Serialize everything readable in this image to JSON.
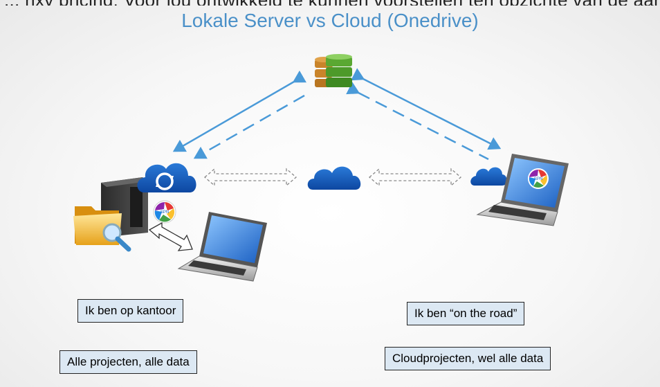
{
  "slide": {
    "top_cut_text": "... nxy pricing: Voor jou ontwikkeld te kunnen voorstellen ten opzichte van de aanpak",
    "title": "Lokale Server vs Cloud (Onedrive)"
  },
  "labels": {
    "office_status": "Ik ben op kantoor",
    "office_scope": "Alle projecten, alle data",
    "road_status": "Ik ben “on the road”",
    "road_scope": "Cloudprojecten, wel alle data"
  },
  "icons": [
    "database-icon",
    "onedrive-sync-icon",
    "server-tower-icon",
    "folder-search-icon",
    "spn-logo-icon",
    "laptop-icon",
    "onedrive-cloud-icon",
    "double-arrow-icon"
  ],
  "colors": {
    "title": "#4a90c8",
    "arrow": "#4a9ad8",
    "cloud": "#1565c0",
    "label_box": "#dce8f3",
    "db_top": "#c9842a",
    "db_green": "#5aa832"
  }
}
